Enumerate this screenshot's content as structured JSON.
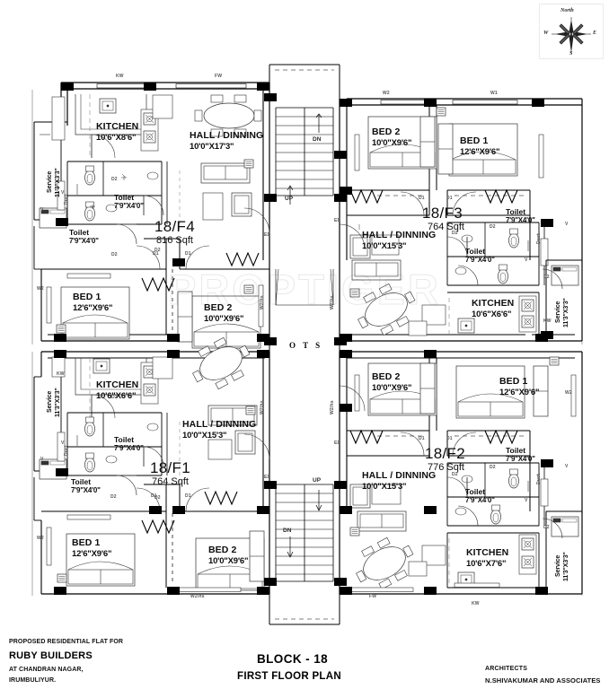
{
  "document": {
    "watermark": "PROPTIGER",
    "title_block": {
      "proposed_for_label": "PROPOSED RESIDENTIAL FLAT FOR",
      "builder": "RUBY BUILDERS",
      "address_line1": "AT CHANDRAN NAGAR,",
      "address_line2": "IRUMBULIYUR.",
      "block": "BLOCK - 18",
      "plan_name": "FIRST FLOOR PLAN",
      "architects_label": "ARCHITECTS",
      "architects_name": "N.SHIVAKUMAR AND ASSOCIATES"
    }
  },
  "compass": {
    "north": "North",
    "east": "E",
    "west": "W",
    "south": "S"
  },
  "core": {
    "ots_label": "O T S",
    "stair_up_upper": "UP",
    "stair_dn_upper": "DN",
    "stair_up_lower": "UP",
    "stair_dn_lower": "DN"
  },
  "units": [
    {
      "id": "unit-f4",
      "code": "18/F4",
      "area": "816 Sqft",
      "rooms": [
        {
          "name": "KITCHEN",
          "dim": "10'6\"X8'6\""
        },
        {
          "name": "HALL / DINNING",
          "dim": "10'0\"X17'3\""
        },
        {
          "name": "BED 1",
          "dim": "12'6\"X9'6\""
        },
        {
          "name": "BED 2",
          "dim": "10'0\"X9'6\""
        },
        {
          "name": "Toilet",
          "dim": "7'9\"X4'0\""
        },
        {
          "name": "Toilet",
          "dim": "7'9\"X4'0\""
        },
        {
          "name": "Service",
          "dim": "11'3\"X3'3\""
        }
      ]
    },
    {
      "id": "unit-f3",
      "code": "18/F3",
      "area": "764 Sqft",
      "rooms": [
        {
          "name": "BED 2",
          "dim": "10'0\"X9'6\""
        },
        {
          "name": "BED 1",
          "dim": "12'6\"X9'6\""
        },
        {
          "name": "HALL / DINNING",
          "dim": "10'0\"X15'3\""
        },
        {
          "name": "KITCHEN",
          "dim": "10'6\"X6'6\""
        },
        {
          "name": "Toilet",
          "dim": "7'9\"X4'0\""
        },
        {
          "name": "Toilet",
          "dim": "7'9\"X4'0\""
        },
        {
          "name": "Service",
          "dim": "11'3\"X3'3\""
        }
      ]
    },
    {
      "id": "unit-f1",
      "code": "18/F1",
      "area": "764 Sqft",
      "rooms": [
        {
          "name": "KITCHEN",
          "dim": "10'6\"X6'6\""
        },
        {
          "name": "HALL / DINNING",
          "dim": "10'0\"X15'3\""
        },
        {
          "name": "BED 1",
          "dim": "12'6\"X9'6\""
        },
        {
          "name": "BED 2",
          "dim": "10'0\"X9'6\""
        },
        {
          "name": "Toilet",
          "dim": "7'9\"X4'0\""
        },
        {
          "name": "Toilet",
          "dim": "7'9\"X4'0\""
        },
        {
          "name": "Service",
          "dim": "11'3\"X3'3\""
        }
      ]
    },
    {
      "id": "unit-f2",
      "code": "18/F2",
      "area": "776 Sqft",
      "rooms": [
        {
          "name": "BED 2",
          "dim": "10'0\"X9'6\""
        },
        {
          "name": "BED 1",
          "dim": "12'6\"X9'6\""
        },
        {
          "name": "HALL / DINNING",
          "dim": "10'0\"X15'3\""
        },
        {
          "name": "KITCHEN",
          "dim": "10'6\"X7'6\""
        },
        {
          "name": "Toilet",
          "dim": "7'9\"X4'0\""
        },
        {
          "name": "Toilet",
          "dim": "7'9\"X4'0\""
        },
        {
          "name": "Service",
          "dim": "11'3\"X3'3\""
        }
      ]
    }
  ],
  "openings": {
    "kw": "KW",
    "fw": "FW",
    "w1": "W1",
    "w2": "W2",
    "w2hs": "W2/hs",
    "d1": "D1",
    "d2": "D2",
    "ed": "ED",
    "v": "V",
    "duct": "Duct"
  },
  "colors": {
    "ink": "#111111",
    "wall_fill": "#000000",
    "thin_line": "#555555",
    "watermark": "rgba(0,0,0,0.085)",
    "paper": "#ffffff"
  }
}
